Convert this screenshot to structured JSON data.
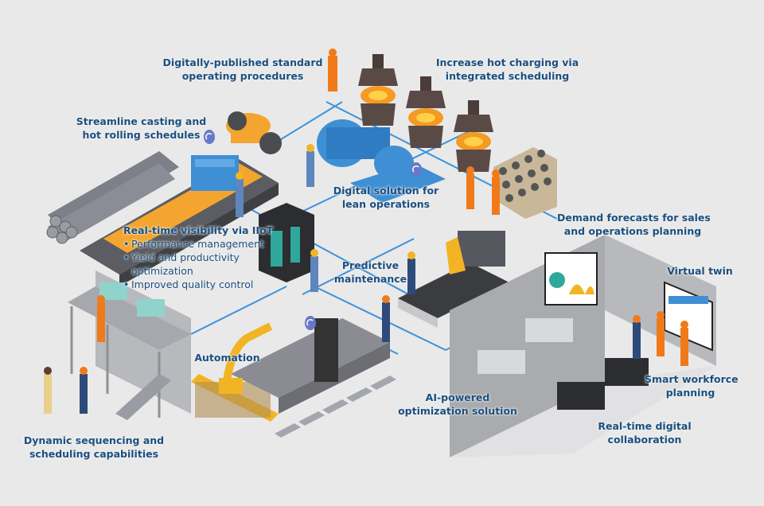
{
  "title": "Digital steel plant infographic",
  "colors": {
    "background": "#e9e9e9",
    "label_text": "#1b4f80",
    "connector": "#3a93dc",
    "accent_orange": "#f39a1f",
    "accent_blue": "#3f8fd4",
    "worker_orange": "#f07a1a",
    "machine_grey": "#6d6e73",
    "furnace_brown": "#5a4a45",
    "robot_yellow": "#f2b424"
  },
  "labels": {
    "sop": {
      "lines": [
        "Digitally-published standard",
        "operating procedures"
      ]
    },
    "hot_charging": {
      "lines": [
        "Increase hot charging via",
        "integrated scheduling"
      ]
    },
    "casting": {
      "lines": [
        "Streamline casting and",
        "hot rolling schedules"
      ]
    },
    "lean": {
      "lines": [
        "Digital solution for",
        "lean operations"
      ]
    },
    "demand": {
      "lines": [
        "Demand forecasts for sales",
        "and operations planning"
      ]
    },
    "iiot": {
      "heading": "Real-time visibility via IIoT",
      "bullets": [
        "Performance management",
        "Yield and productivity optimization",
        "Improved quality control"
      ],
      "bullet_lines": [
        "Performance management",
        "Yield and productivity",
        "optimization",
        "Improved quality control"
      ]
    },
    "predictive": {
      "lines": [
        "Predictive",
        "maintenance"
      ]
    },
    "virtual_twin": {
      "lines": [
        "Virtual twin"
      ]
    },
    "automation": {
      "lines": [
        "Automation"
      ]
    },
    "workforce": {
      "lines": [
        "Smart workforce",
        "planning"
      ]
    },
    "ai": {
      "lines": [
        "AI-powered",
        "optimization solution"
      ]
    },
    "collab": {
      "lines": [
        "Real-time digital",
        "collaboration"
      ]
    },
    "dynamic": {
      "lines": [
        "Dynamic sequencing and",
        "scheduling capabilities"
      ]
    }
  },
  "icons": [
    "wifi-icon",
    "wifi-icon",
    "wifi-icon",
    "wifi-icon"
  ]
}
